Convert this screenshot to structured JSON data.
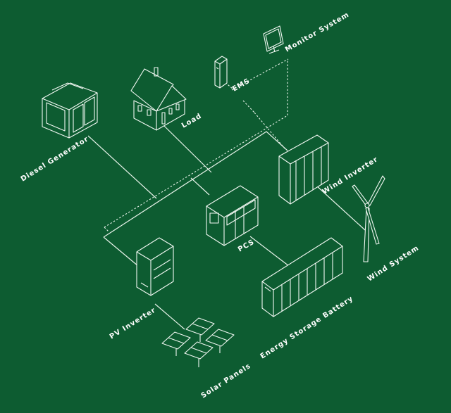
{
  "nodes": {
    "monitor_system": "Monitor System",
    "ems": "EMS",
    "load": "Load",
    "diesel_generator": "Diesel Generator",
    "wind_inverter": "Wind Inverter",
    "pcs": "PCS",
    "pv_inverter": "PV Inverter",
    "energy_storage_battery": "Energy Storage Battery",
    "wind_system": "Wind System",
    "solar_panels": "Solar Panels"
  },
  "colors": {
    "background": "#0d5c31",
    "line": "#e8f3ea",
    "text": "#ffffff"
  }
}
